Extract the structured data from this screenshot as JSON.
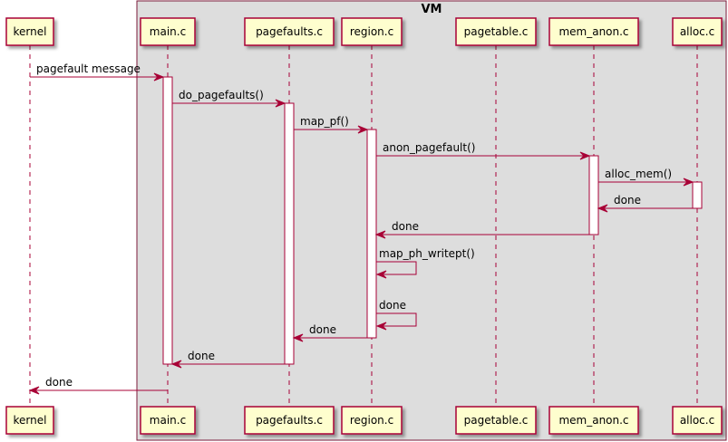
{
  "group": {
    "title": "VM"
  },
  "participants": [
    {
      "id": "kernel",
      "label": "kernel"
    },
    {
      "id": "main",
      "label": "main.c"
    },
    {
      "id": "pagefaults",
      "label": "pagefaults.c"
    },
    {
      "id": "region",
      "label": "region.c"
    },
    {
      "id": "pagetable",
      "label": "pagetable.c"
    },
    {
      "id": "mem_anon",
      "label": "mem_anon.c"
    },
    {
      "id": "alloc",
      "label": "alloc.c"
    }
  ],
  "messages": [
    {
      "from": "kernel",
      "to": "main",
      "label": "pagefault message"
    },
    {
      "from": "main",
      "to": "pagefaults",
      "label": "do_pagefaults()"
    },
    {
      "from": "pagefaults",
      "to": "region",
      "label": "map_pf()"
    },
    {
      "from": "region",
      "to": "mem_anon",
      "label": "anon_pagefault()"
    },
    {
      "from": "mem_anon",
      "to": "alloc",
      "label": "alloc_mem()"
    },
    {
      "from": "alloc",
      "to": "mem_anon",
      "label": "done"
    },
    {
      "from": "mem_anon",
      "to": "region",
      "label": "done"
    },
    {
      "from": "region",
      "to": "region",
      "label": "map_ph_writept()"
    },
    {
      "from": "region",
      "to": "region",
      "label": "done"
    },
    {
      "from": "region",
      "to": "pagefaults",
      "label": "done"
    },
    {
      "from": "pagefaults",
      "to": "main",
      "label": "done"
    },
    {
      "from": "main",
      "to": "kernel",
      "label": "done"
    }
  ],
  "colors": {
    "participant_fill": "#FEFECE",
    "participant_border": "#A80036",
    "arrow": "#A80036",
    "group_fill": "#DDDDDD",
    "group_border": "#7B1A3A",
    "activation_fill": "#FFFFFF",
    "text": "#000000"
  }
}
